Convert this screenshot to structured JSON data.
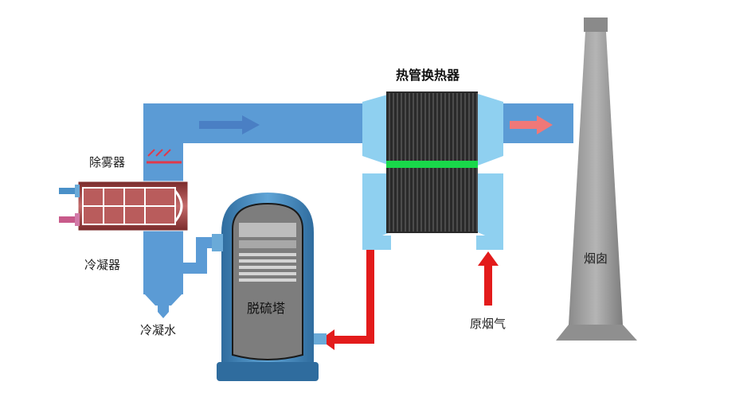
{
  "labels": {
    "heat_pipe_exchanger": "热管换热器",
    "demister": "除雾器",
    "condenser": "冷凝器",
    "condensate_water": "冷凝水",
    "desulfurization_tower": "脱硫塔",
    "raw_flue_gas": "原烟气",
    "chimney": "烟囱"
  },
  "colors": {
    "duct": "#5b9bd5",
    "duct_light": "#8fd0f0",
    "exchanger_core": "#2a2a2a",
    "green_band": "#19d84a",
    "hot_arrow": "#e31b1b",
    "flow_arrow_blue": "#4a7fc4",
    "flow_arrow_red": "#f07878",
    "chimney": "#9a9a9a",
    "tower_body": "#3e7db0",
    "demister_mark": "#e0394a"
  }
}
